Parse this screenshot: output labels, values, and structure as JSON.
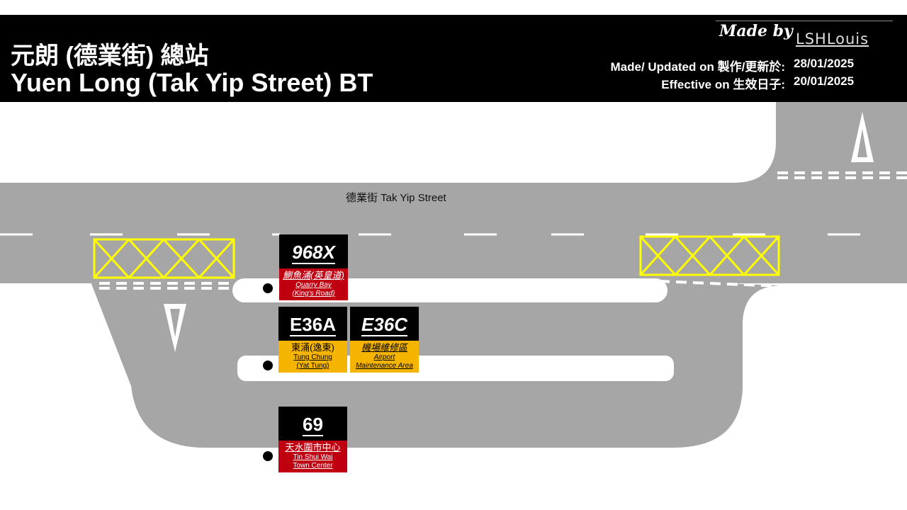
{
  "header": {
    "title_zh": "元朗 (德業街) 總站",
    "title_en": "Yuen Long (Tak Yip Street) BT",
    "made_by": "Made by",
    "author": "LSHLouis",
    "updated_label": "Made/ Updated on 製作/更新於:",
    "updated_date": "28/01/2025",
    "effective_label": "Effective on 生效日子:",
    "effective_date": "20/01/2025"
  },
  "map": {
    "street_label": "德業街 Tak Yip Street"
  },
  "routes": [
    {
      "number": "968X",
      "dest_zh": "鰂魚涌(英皇道)",
      "dest_en_1": "Quarry Bay",
      "dest_en_2": "(King's Road)",
      "color": "#c00010"
    },
    {
      "number": "E36A",
      "dest_zh": "東涌(逸東)",
      "dest_en_1": "Tung Chung",
      "dest_en_2": "(Yat Tung)",
      "color": "#f5b400"
    },
    {
      "number": "E36C",
      "dest_zh": "機場維修區",
      "dest_en_1": "Airport",
      "dest_en_2": "Maintenance Area",
      "color": "#f5b400"
    },
    {
      "number": "69",
      "dest_zh": "天水圍市中心",
      "dest_en_1": "Tin Shui Wai",
      "dest_en_2": "Town Center",
      "color": "#c00010"
    }
  ],
  "colors": {
    "road": "#a6a6a6",
    "header": "#000000",
    "box_junction": "#ffff00",
    "lane_marking": "#ffffff"
  }
}
